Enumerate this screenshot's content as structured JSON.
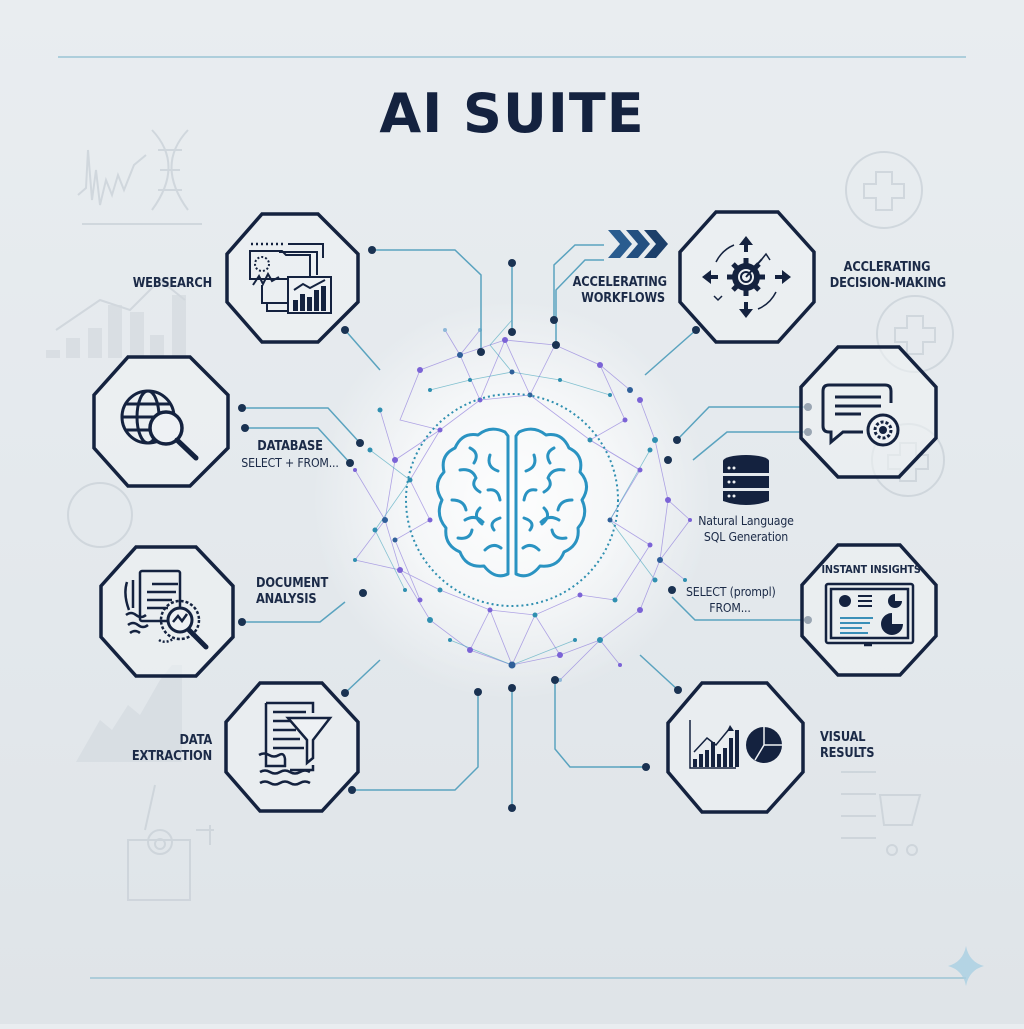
{
  "title": "AI SUITE",
  "center": {
    "icon": "brain-icon",
    "description": "network of connected nodes around brain"
  },
  "nodes": [
    {
      "id": "websearch",
      "label": "WEBSEARCH",
      "icon": "dashboard-charts-icon"
    },
    {
      "id": "database",
      "label_line1": "DATABASE",
      "label_line2": "SELECT + FROM...",
      "icon": "globe-search-icon"
    },
    {
      "id": "document-analysis",
      "label_line1": "DOCUMENT",
      "label_line2": "ANALYSIS",
      "icon": "document-magnifier-icon"
    },
    {
      "id": "data-extraction",
      "label_line1": "DATA",
      "label_line2": "EXTRACTION",
      "icon": "document-funnel-icon"
    },
    {
      "id": "accelerating-workflows",
      "label_line1": "ACCELERATING",
      "label_line2": "WORKFLOWS",
      "icon": "chevrons-right-icon"
    },
    {
      "id": "decision-making",
      "label_line1": "ACCLERATING",
      "label_line2": "DECISION-MAKING",
      "icon": "gear-target-arrows-icon"
    },
    {
      "id": "chat-gear",
      "icon": "chat-gear-icon"
    },
    {
      "id": "nl-sql",
      "label_line1": "Natural Language",
      "label_line2": "SQL Generation",
      "icon": "database-icon"
    },
    {
      "id": "select-prompt",
      "label_line1": "SELECT (prompl)",
      "label_line2": "FROM..."
    },
    {
      "id": "instant-insights",
      "label": "INSTANT INSIGHTS",
      "icon": "dashboard-monitor-icon"
    },
    {
      "id": "visual-results",
      "label_line1": "VISUAL",
      "label_line2": "RESULTS",
      "icon": "bar-pie-chart-icon"
    }
  ],
  "colors": {
    "navy": "#14223f",
    "teal": "#2f8fb0",
    "line": "#5aa3bf",
    "purple": "#7b63d6",
    "background": "#e6eaee"
  }
}
